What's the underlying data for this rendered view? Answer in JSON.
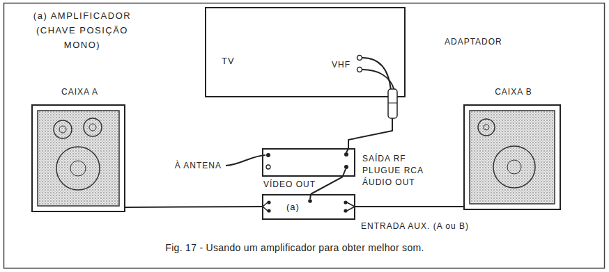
{
  "diagram": {
    "caption": "Fig. 17 - Usando um amplificador para obter melhor som.",
    "nodes": [
      {
        "text": [
          "TV",
          "VHF"
        ]
      },
      {
        "text": [
          "CAIXA A"
        ]
      },
      {
        "text": [
          "CAIXA B"
        ]
      },
      {
        "text": [
          "VÍDEO OUT"
        ]
      },
      {
        "text": [
          "(a)"
        ]
      }
    ],
    "edges": [
      {
        "from": 0,
        "to": 3,
        "arrow": "none"
      },
      {
        "from": 3,
        "to": 4,
        "arrow": "none"
      },
      {
        "from": 4,
        "to": 1,
        "arrow": "none"
      },
      {
        "from": 4,
        "to": 2,
        "arrow": "none"
      }
    ],
    "labels": [
      "(a) AMPLIFICADOR (CHAVE POSIÇÃO MONO)",
      "ADAPTADOR",
      "À ANTENA",
      "SAÍDA RF",
      "PLUGUE RCA",
      "ÁUDIO OUT",
      "ENTRADA AUX. (A ou B)"
    ]
  }
}
